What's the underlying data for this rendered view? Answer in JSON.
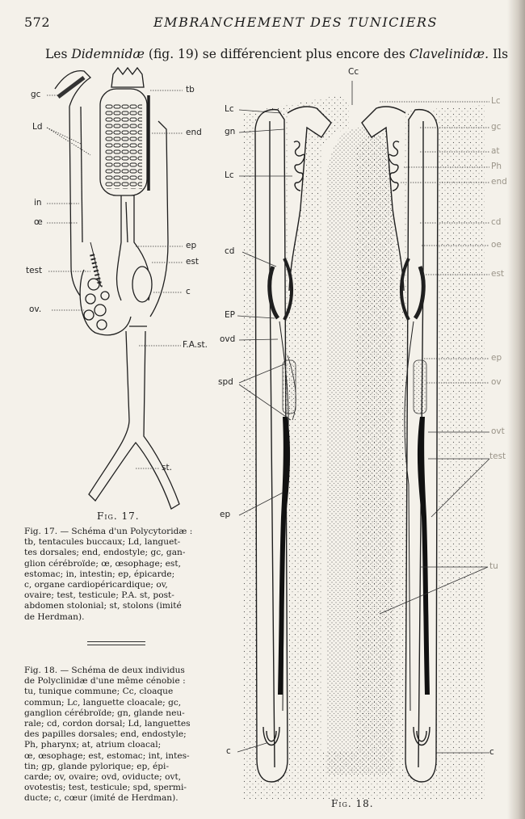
{
  "header": {
    "page_number": "572",
    "running_title": "EMBRANCHEMENT DES TUNICIERS"
  },
  "intro": {
    "text_a": "Les ",
    "taxon_a": "Didemnidæ",
    "text_b": " (fig. 19) se différencient plus encore des ",
    "taxon_b": "Clavelinidæ.",
    "text_c": " Ils"
  },
  "fig17": {
    "caption": "Fig. 17.",
    "labels": {
      "gc": "gc",
      "ld": "Ld",
      "in": "in",
      "oe": "œ",
      "test": "test",
      "ov": "ov.",
      "tb": "tb",
      "end": "end",
      "ep": "ep",
      "est": "est",
      "c": "c",
      "fast": "F.A.st.",
      "st": "st."
    },
    "legend": [
      "Fig. 17. — Schéma d'un Polycytoridæ :",
      "tb, tentacules buccaux; Ld, languet-",
      "tes dorsales; end, endostyle; gc, gan-",
      "glion cérébroïde; œ, œsophage; est,",
      "estomac; in, intestin; ep, épicarde;",
      "c, organe cardiopéricardique; ov,",
      "ovaire; test, testicule; P.A. st, post-",
      "abdomen stolonial; st, stolons (imité",
      "de Herdman)."
    ]
  },
  "fig18": {
    "caption": "Fig. 18.",
    "labels": {
      "cc": "Cc",
      "lc1": "Lc",
      "gn": "gn",
      "lc2": "Lc",
      "cd": "cd",
      "ep_upper": "EP",
      "ovd": "ovd",
      "spd": "spd",
      "ep_lower": "ep",
      "c_left": "c",
      "r_lc": "Lc",
      "r_gc": "gc",
      "r_at": "at",
      "r_ph": "Ph",
      "r_end": "end",
      "r_cd": "cd",
      "r_oe": "oe",
      "r_est": "est",
      "r_ep": "ep",
      "r_ov": "ov",
      "r_ovt": "ovt",
      "r_test": "test",
      "r_tu": "tu",
      "r_c": "c"
    },
    "legend": [
      "Fig. 18. — Schéma de deux individus",
      "de Polyclinidæ d'une même cénobie :",
      "tu, tunique commune; Cc, cloaque",
      "commun; Lc, languette cloacale; gc,",
      "ganglion cérébroïde; gn, glande neu-",
      "rale; cd, cordon dorsal; Ld, languettes",
      "des papilles dorsales; end, endostyle;",
      "Ph, pharynx; at, atrium cloacal;",
      "œ, œsophage; est, estomac; int, intes-",
      "tin; gp, glande pylorique; ep, épi-",
      "carde; ov, ovaire; ovd, oviducte; ovt,",
      "ovotestis; test, testicule; spd, spermi-",
      "ducte; c, cœur (imité de Herdman)."
    ]
  }
}
